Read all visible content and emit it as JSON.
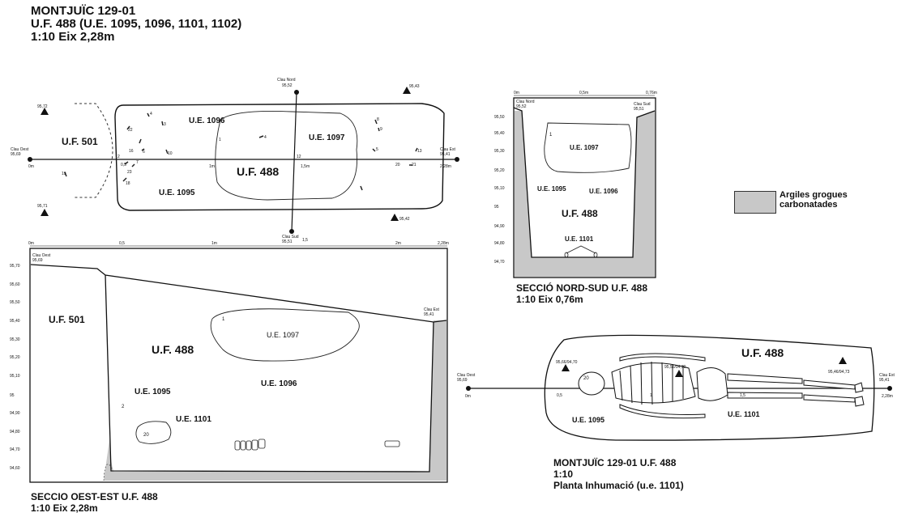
{
  "header": {
    "line1": "MONTJUÏC 129-01",
    "line2": "U.F. 488 (U.E. 1095, 1096, 1101, 1102)",
    "line3": "1:10 Eix 2,28m"
  },
  "plan": {
    "uf501": "U.F. 501",
    "uf488": "U.F. 488",
    "ue1096": "U.E. 1096",
    "ue1097": "U.E. 1097",
    "ue1095": "U.E. 1095",
    "clau_nord": "Clau Nord",
    "clau_nord_val": "95,52",
    "clau_sud": "Clau Sud",
    "clau_sud_val": "95,51",
    "clau_oest": "Clau Oest",
    "clau_oest_val": "95,69",
    "zero": "0m",
    "clau_est": "Clau Est",
    "clau_est_val": "95,41",
    "end": "2,28m",
    "mid_1m": "1m",
    "mid_15m": "1,5m",
    "mid_05": "0,5",
    "pt_nw": "95,72",
    "pt_ne": "95,43",
    "pt_sw": "95,71",
    "pt_se": "95,42",
    "num_labels": [
      "1",
      "2",
      "3",
      "4",
      "5",
      "6",
      "7",
      "8",
      "9",
      "10",
      "12",
      "13",
      "16",
      "18",
      "19",
      "20",
      "21",
      "22",
      "23",
      "4"
    ]
  },
  "section_ns": {
    "caption1": "SECCIÓ NORD-SUD U.F. 488",
    "caption2": "1:10 Eix 0,76m",
    "clau_nord": "Clau Nord",
    "clau_nord_val": "95,52",
    "clau_sud": "Clau Sud",
    "clau_sud_val": "95,51",
    "scale_0": "0m",
    "scale_mid": "0,5m",
    "scale_end": "0,76m",
    "y_ticks": [
      "95,50",
      "95,40",
      "95,30",
      "95,20",
      "95,10",
      "95",
      "94,90",
      "94,80",
      "94,70"
    ],
    "ue1097": "U.E. 1097",
    "ue1095": "U.E. 1095",
    "ue1096": "U.E. 1096",
    "uf488": "U.F. 488",
    "ue1101": "U.E. 1101",
    "pt1": "1"
  },
  "legend": {
    "line1": "Argiles grogues",
    "line2": "carbonatades",
    "fill_color": "#c8c8c8"
  },
  "section_ow": {
    "caption1": "SECCIO OEST-EST U.F. 488",
    "caption2": "1:10 Eix 2,28m",
    "x_ticks": [
      "0m",
      "0,5",
      "1m",
      "1,5",
      "2m",
      "2,28m"
    ],
    "y_ticks": [
      "95,70",
      "95,60",
      "95,50",
      "95,40",
      "95,30",
      "95,20",
      "95,10",
      "95",
      "94,90",
      "94,80",
      "94,70",
      "94,60"
    ],
    "clau_oest": "Clau Oest",
    "clau_oest_val": "95,69",
    "clau_est": "Clau Est",
    "clau_est_val": "95,41",
    "uf501": "U.F. 501",
    "uf488": "U.F. 488",
    "ue1097": "U.E. 1097",
    "ue1096": "U.E. 1096",
    "ue1095": "U.E. 1095",
    "ue1101": "U.E. 1101",
    "pt1": "1",
    "pt2": "2",
    "pt20": "20"
  },
  "inhumation": {
    "caption1": "MONTJUÏC 129-01 U.F. 488",
    "caption2": "1:10",
    "caption3": "Planta Inhumació (u.e. 1101)",
    "uf488": "U.F. 488",
    "ue1095": "U.E. 1095",
    "ue1101": "U.E. 1101",
    "clau_oest": "Clau Oest",
    "clau_oest_val": "95,69",
    "zero": "0m",
    "clau_est": "Clau Est",
    "clau_est_val": "95,41",
    "end": "2,28m",
    "tick_05": "0,5",
    "tick_1": "1",
    "tick_15": "1,5",
    "pt_w": "95,66/94,70",
    "pt_c": "95,55/94,70",
    "pt_e": "95,46/94,73",
    "pt20": "20"
  }
}
